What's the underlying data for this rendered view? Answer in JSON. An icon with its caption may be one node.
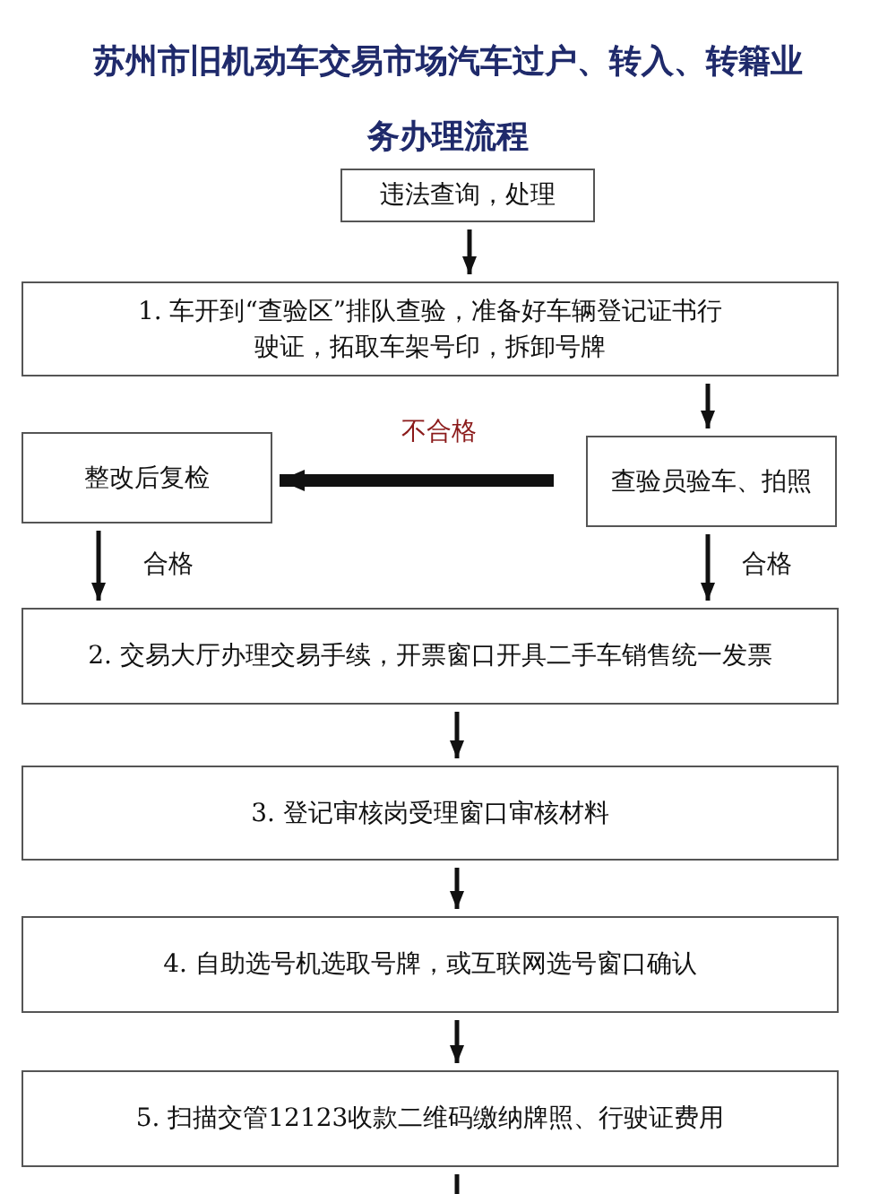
{
  "diagram": {
    "title": "苏州市旧机动车交易市场汽车过户、转入、转籍业务办理流程",
    "nodes": [
      {
        "text": [
          "违法查询，处理"
        ]
      },
      {
        "text": [
          "1. 车开到“查验区”排队查验，准备好车辆登记证书行驶证，拓取车架号印，拆卸号牌"
        ]
      },
      {
        "text": [
          "查验员验车、拍照"
        ]
      },
      {
        "text": [
          "整改后复检"
        ]
      },
      {
        "text": [
          "2. 交易大厅办理交易手续，开票窗口开具二手车销售统一发票"
        ]
      },
      {
        "text": [
          "3. 登记审核岗受理窗口审核材料"
        ]
      },
      {
        "text": [
          "4. 自助选号机选取号牌，或互联网选号窗口确认"
        ]
      },
      {
        "text": [
          "5. 扫描交管12123收款二维码缴纳牌照、行驶证费用"
        ]
      }
    ],
    "edges": [
      {
        "from": 0,
        "to": 1,
        "arrow": "to"
      },
      {
        "from": 1,
        "to": 2,
        "arrow": "to"
      },
      {
        "from": 2,
        "to": 3,
        "arrow": "to",
        "label": "不合格",
        "style": "thick"
      },
      {
        "from": 3,
        "to": 4,
        "arrow": "to",
        "label": "合格"
      },
      {
        "from": 2,
        "to": 4,
        "arrow": "to",
        "label": "合格"
      },
      {
        "from": 4,
        "to": 5,
        "arrow": "to"
      },
      {
        "from": 5,
        "to": 6,
        "arrow": "to"
      },
      {
        "from": 6,
        "to": 7,
        "arrow": "to"
      },
      {
        "from": 7,
        "to": null,
        "arrow": "none"
      }
    ]
  }
}
